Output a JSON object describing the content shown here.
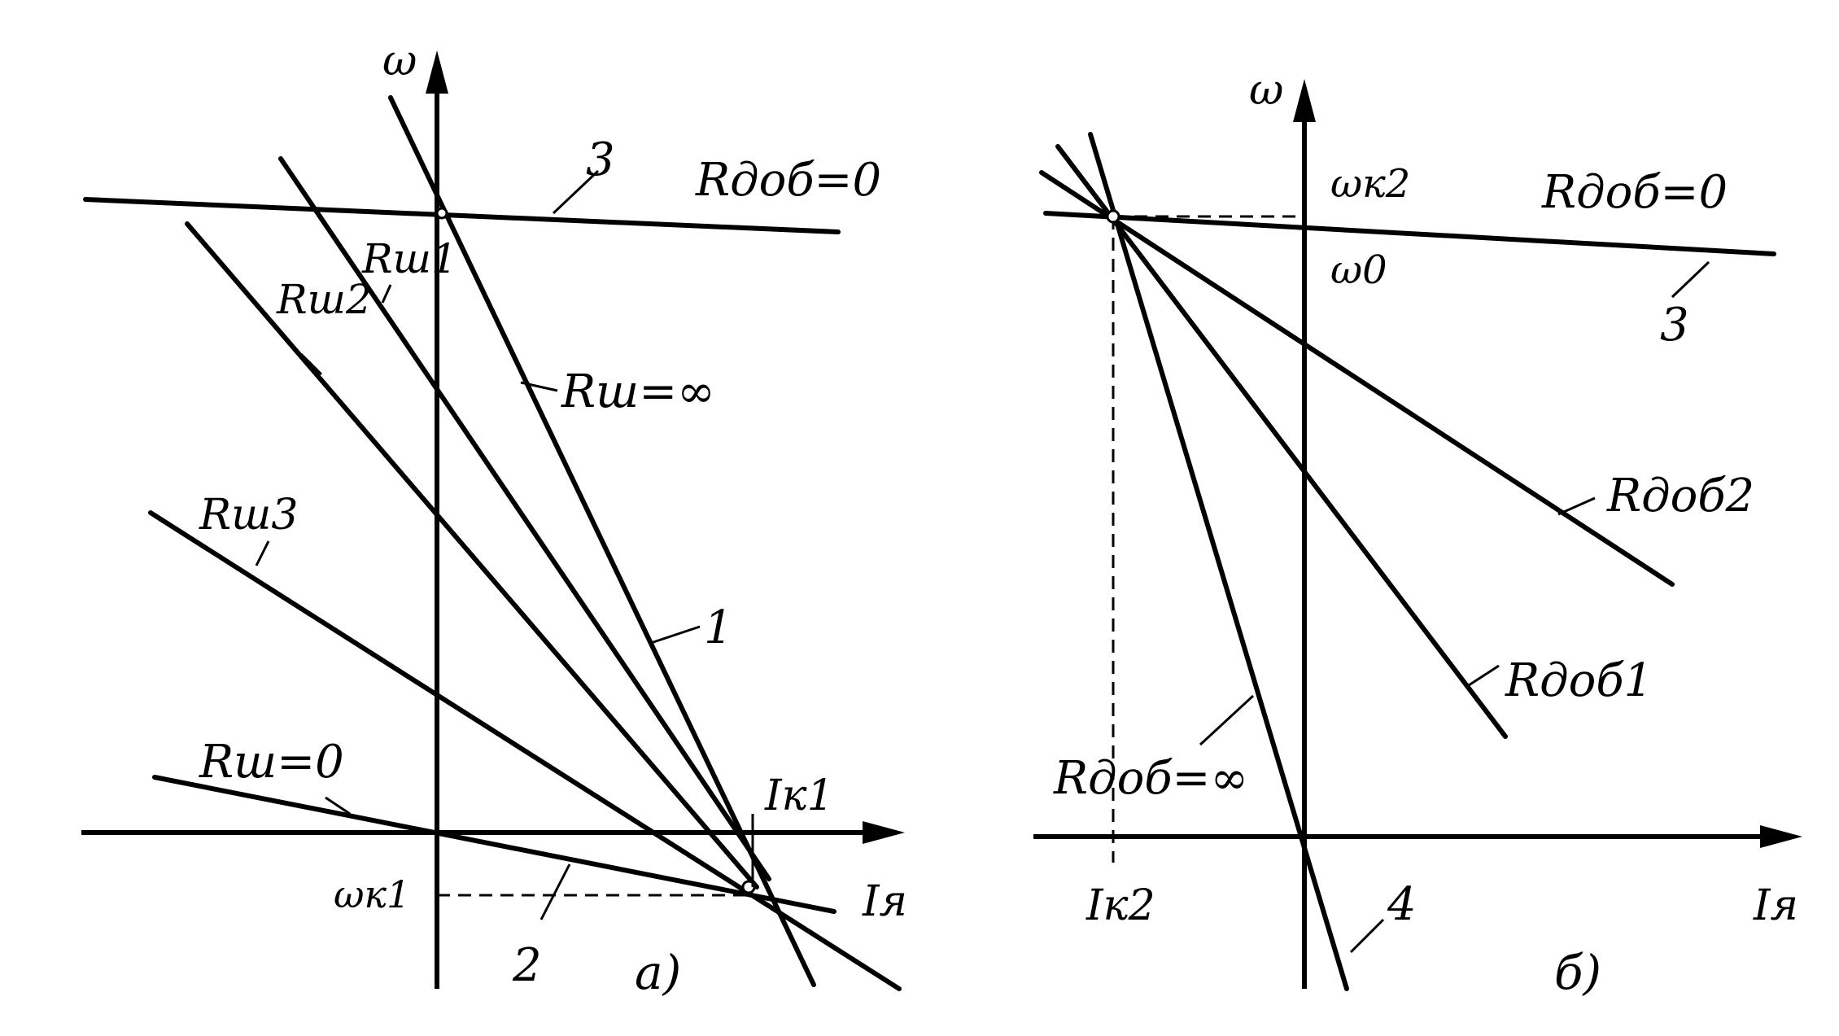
{
  "panel_a": {
    "caption": "a)",
    "axis_y_label": "ω",
    "axis_x_label": "Iя",
    "labels": {
      "r_dob_zero": "Rдоб=0",
      "curve_3": "3",
      "r_sh1": "Rш1",
      "r_sh2": "Rш2",
      "r_sh_inf": "Rш=∞",
      "r_sh3": "Rш3",
      "curve_1": "1",
      "r_sh_zero": "Rш=0",
      "i_k1": "Iк1",
      "omega_k1": "ωк1",
      "curve_2": "2"
    }
  },
  "panel_b": {
    "caption": "б)",
    "axis_y_label": "ω",
    "axis_x_label": "Iя",
    "labels": {
      "omega_k2": "ωк2",
      "omega_0": "ω0",
      "r_dob_zero": "Rдоб=0",
      "curve_3": "3",
      "r_dob2": "Rдоб2",
      "r_dob1": "Rдоб1",
      "r_dob_inf": "Rдоб=∞",
      "i_k2": "Iк2",
      "curve_4": "4"
    }
  }
}
